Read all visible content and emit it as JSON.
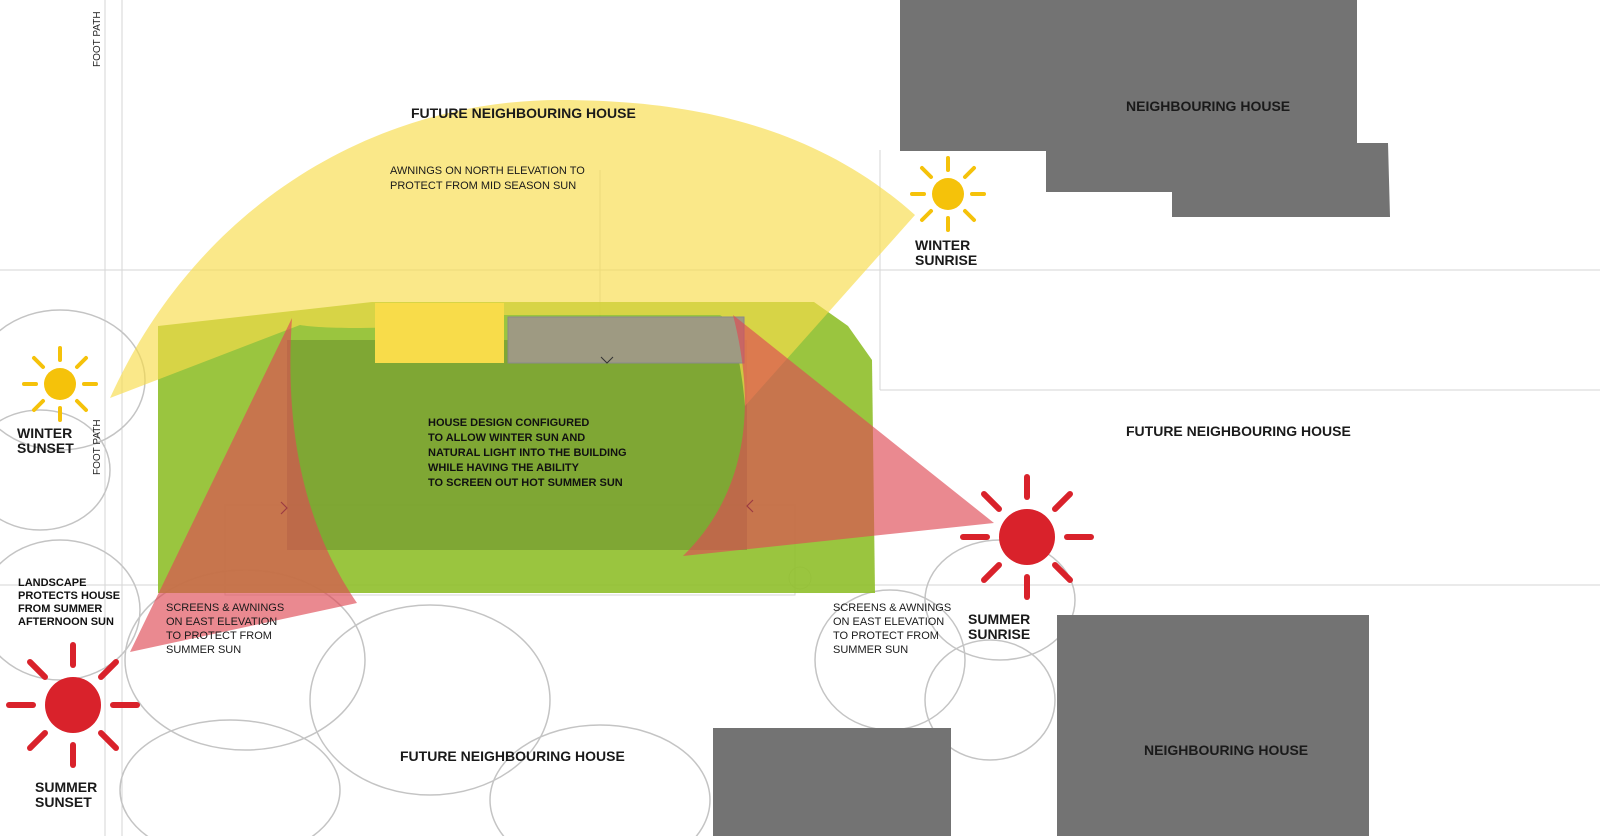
{
  "colors": {
    "house_grey": "#737373",
    "winter_sun": "#f5c20a",
    "summer_sun": "#d9222b",
    "winter_zone": "#f8dc4a",
    "summer_zone": "#de4a55",
    "site_green": "#8fbf2a"
  },
  "icons": {
    "winter_sun": "winter-sun-icon",
    "summer_sun": "summer-sun-icon"
  },
  "labels": {
    "foot_path_top": "FOOT PATH",
    "foot_path_left": "FOOT PATH",
    "future_north": "FUTURE NEIGHBOURING HOUSE",
    "future_east": "FUTURE NEIGHBOURING HOUSE",
    "future_south": "FUTURE NEIGHBOURING HOUSE",
    "neighbour_top": "NEIGHBOURING HOUSE",
    "neighbour_bottom": "NEIGHBOURING HOUSE",
    "winter_sunrise": [
      "WINTER",
      "SUNRISE"
    ],
    "winter_sunset": [
      "WINTER",
      "SUNSET"
    ],
    "summer_sunrise": [
      "SUMMER",
      "SUNRISE"
    ],
    "summer_sunset": [
      "SUMMER",
      "SUNSET"
    ]
  },
  "notes": {
    "awnings_north": [
      "AWNINGS ON NORTH ELEVATION TO",
      "PROTECT FROM MID SEASON SUN"
    ],
    "house_design": [
      "HOUSE DESIGN CONFIGURED",
      "TO ALLOW WINTER SUN AND",
      "NATURAL LIGHT INTO THE BUILDING",
      "WHILE HAVING THE ABILITY",
      "TO SCREEN OUT HOT SUMMER SUN"
    ],
    "landscape": [
      "LANDSCAPE",
      "PROTECTS HOUSE",
      "FROM SUMMER",
      "AFTERNOON SUN"
    ],
    "screens_west": [
      "SCREENS & AWNINGS",
      "ON EAST ELEVATION",
      "TO PROTECT FROM",
      "SUMMER SUN"
    ],
    "screens_east": [
      "SCREENS & AWNINGS",
      "ON EAST ELEVATION",
      "TO PROTECT FROM",
      "SUMMER SUN"
    ]
  }
}
